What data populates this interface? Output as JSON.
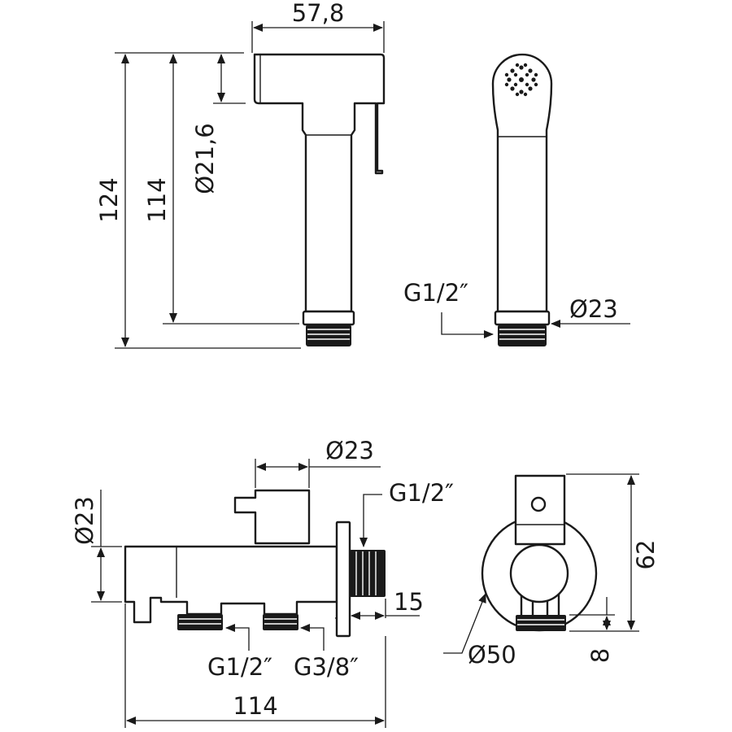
{
  "top_left_view": {
    "width_label": "57,8",
    "height_total_label": "124",
    "height_body_label": "114",
    "head_diameter_label": "Ø21,6"
  },
  "top_right_view": {
    "thread_label": "G1/2″",
    "diameter_label": "Ø23"
  },
  "bottom_left_view": {
    "holder_diameter_label": "Ø23",
    "side_diameter_label": "Ø23",
    "outlet_thread_label": "G1/2″",
    "flange_label": "15",
    "inlet_thread_label": "G1/2″",
    "valve_thread_label": "G3/8″",
    "length_label": "114"
  },
  "bottom_right_view": {
    "rosette_diameter_label": "Ø50",
    "height_label": "62",
    "thread_height_label": "8"
  }
}
